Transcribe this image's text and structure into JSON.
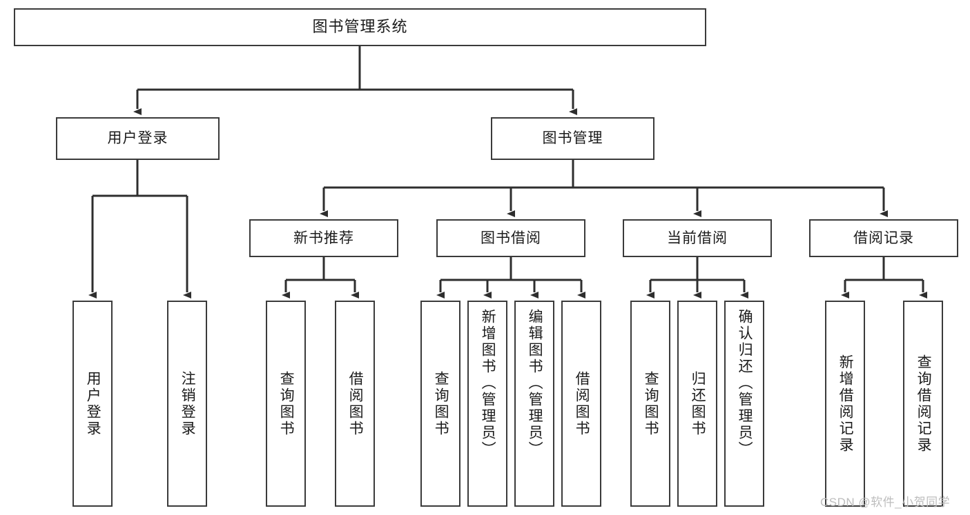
{
  "diagram": {
    "title": "图书管理系统",
    "watermark": "CSDN @软件_小贺同学",
    "colors": {
      "box_border": "#3a3a3a",
      "box_fill": "#ffffff",
      "edge": "#2e2e2e",
      "text": "#1b1b1b",
      "watermark": "#bdbdbd"
    },
    "levels": {
      "root": {
        "label": "图书管理系统"
      },
      "level2": [
        {
          "id": "user-login",
          "label": "用户登录"
        },
        {
          "id": "book-management",
          "label": "图书管理"
        }
      ],
      "level3": [
        {
          "id": "new-book-recommend",
          "label": "新书推荐"
        },
        {
          "id": "book-borrow",
          "label": "图书借阅"
        },
        {
          "id": "current-borrow",
          "label": "当前借阅"
        },
        {
          "id": "borrow-record",
          "label": "借阅记录"
        }
      ],
      "leaves": {
        "user-login": [
          {
            "id": "leaf-user-login",
            "label": "用户登录"
          },
          {
            "id": "leaf-user-logout",
            "label": "注销登录"
          }
        ],
        "new-book-recommend": [
          {
            "id": "leaf-query-book-1",
            "label": "查询图书"
          },
          {
            "id": "leaf-borrow-book-1",
            "label": "借阅图书"
          }
        ],
        "book-borrow": [
          {
            "id": "leaf-query-book-2",
            "label": "查询图书"
          },
          {
            "id": "leaf-add-book",
            "label": "新增图书（管理员）"
          },
          {
            "id": "leaf-edit-book",
            "label": "编辑图书（管理员）"
          },
          {
            "id": "leaf-borrow-book-2",
            "label": "借阅图书"
          }
        ],
        "current-borrow": [
          {
            "id": "leaf-query-book-3",
            "label": "查询图书"
          },
          {
            "id": "leaf-return-book",
            "label": "归还图书"
          },
          {
            "id": "leaf-confirm-return",
            "label": "确认归还（管理员）"
          }
        ],
        "borrow-record": [
          {
            "id": "leaf-add-record",
            "label": "新增借阅记录"
          },
          {
            "id": "leaf-query-record",
            "label": "查询借阅记录"
          }
        ]
      }
    }
  }
}
